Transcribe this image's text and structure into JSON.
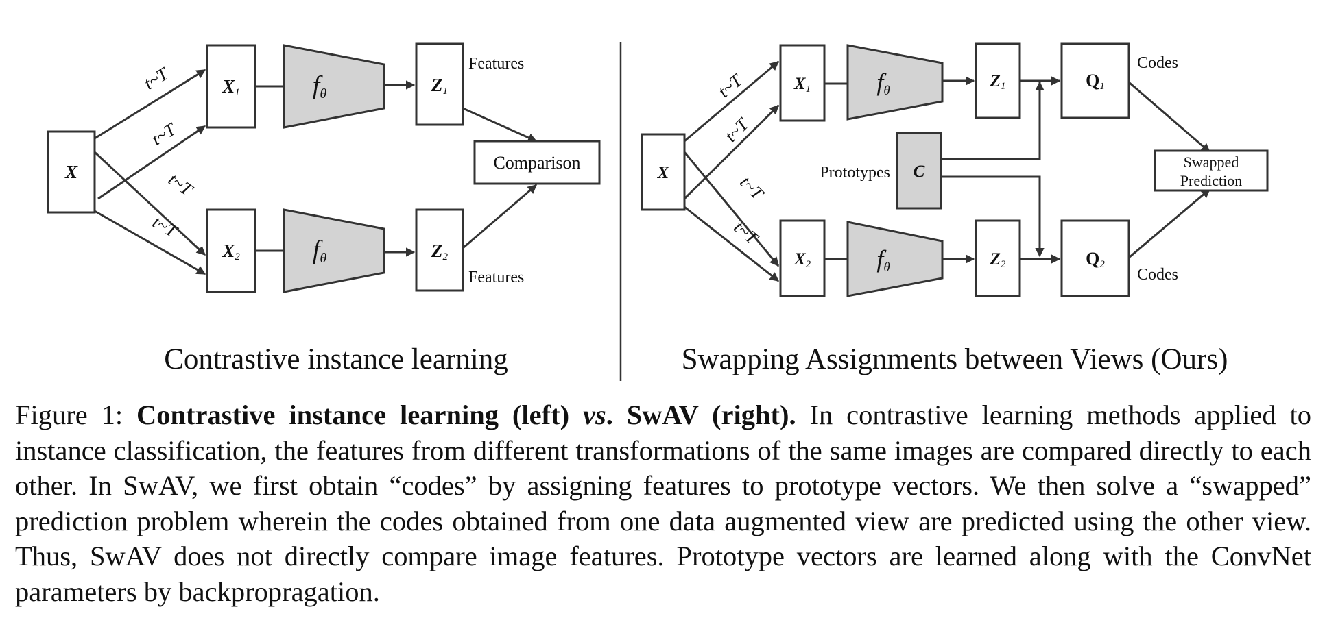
{
  "left_panel": {
    "title": "Contrastive instance learning",
    "input": "X",
    "views": [
      {
        "base": "X",
        "sub": "1"
      },
      {
        "base": "X",
        "sub": "2"
      }
    ],
    "encoder": {
      "base": "f",
      "sub": "θ"
    },
    "features": [
      {
        "base": "Z",
        "sub": "1"
      },
      {
        "base": "Z",
        "sub": "2"
      }
    ],
    "features_label": "Features",
    "comparison_label": "Comparison",
    "transform_label": "t~T"
  },
  "right_panel": {
    "title": "Swapping Assignments between Views (Ours)",
    "input": "X",
    "views": [
      {
        "base": "X",
        "sub": "1"
      },
      {
        "base": "X",
        "sub": "2"
      }
    ],
    "encoder": {
      "base": "f",
      "sub": "θ"
    },
    "features": [
      {
        "base": "Z",
        "sub": "1"
      },
      {
        "base": "Z",
        "sub": "2"
      }
    ],
    "codes": [
      {
        "base": "Q",
        "sub": "1"
      },
      {
        "base": "Q",
        "sub": "2"
      }
    ],
    "codes_label": "Codes",
    "prototypes_label": "Prototypes",
    "prototypes_symbol": "C",
    "swapped_label_line1": "Swapped",
    "swapped_label_line2": "Prediction",
    "transform_label": "t~T"
  },
  "caption": {
    "prefix": "Figure 1: ",
    "bold_part1": "Contrastive instance learning (left) ",
    "bold_italic": "vs",
    "bold_part2": ". SwAV (right).",
    "body": " In contrastive learning methods applied to instance classification, the features from different transformations of the same images are compared directly to each other. In SwAV, we first obtain “codes” by assigning features to prototype vectors. We then solve a “swapped” prediction problem wherein the codes obtained from one data augmented view are predicted using the other view. Thus, SwAV does not directly compare image features. Prototype vectors are learned along with the ConvNet parameters by backpropragation."
  }
}
